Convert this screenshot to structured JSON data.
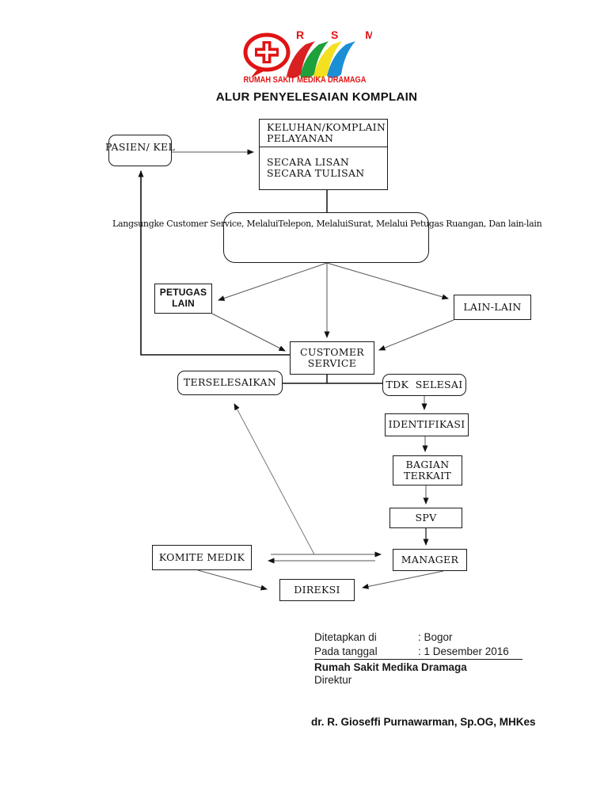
{
  "logo": {
    "acronym": "RSMD",
    "letters": "R S M D",
    "hospital_name": "RUMAH SAKIT MEDIKA DRAMAGA",
    "brand_red": "#E01414",
    "swoosh_colors": [
      "#D92121",
      "#1EA13A",
      "#F4E01F",
      "#1B8FD6"
    ]
  },
  "title": "ALUR PENYELESAIAN KOMPLAIN",
  "flowchart": {
    "nodes": {
      "pasien": "PASIEN/ KEL",
      "keluhan_line1": "KELUHAN/KOMPLAIN",
      "keluhan_line2": "PELAYANAN",
      "secara_line1": "SECARA LISAN",
      "secara_line2": "SECARA TULISAN",
      "channel_note": "Langsungke Customer Service, MelaluiTelepon, MelaluiSurat, Melalui Petugas Ruangan, Dan lain-lain",
      "petugas_line1": "PETUGAS",
      "petugas_line2": "LAIN",
      "lain_lain": "LAIN-LAIN",
      "customer_line1": "CUSTOMER",
      "customer_line2": "SERVICE",
      "terselesaikan": "TERSELESAIKAN",
      "tdk_selesai": "TDK  SELESAI",
      "identifikasi": "IDENTIFIKASI",
      "bagian_line1": "BAGIAN",
      "bagian_line2": "TERKAIT",
      "spv": "SPV",
      "komite_medik": "KOMITE MEDIK",
      "manager": "MANAGER",
      "direksi": "DIREKSI"
    }
  },
  "footer": {
    "ditetapkan_label": "Ditetapkan di",
    "ditetapkan_value": ": Bogor",
    "tanggal_label": "Pada tanggal",
    "tanggal_value": ": 1 Desember 2016",
    "org_name": "Rumah Sakit Medika Dramaga",
    "role": "Direktur",
    "signatory": "dr. R. Gioseffi Purnawarman, Sp.OG, MHKes"
  }
}
